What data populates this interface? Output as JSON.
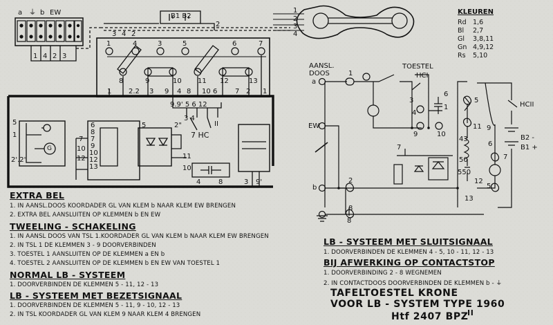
{
  "legend": {
    "title": "KLEUREN",
    "rows": [
      {
        "code": "Rd",
        "terms": "1,6"
      },
      {
        "code": "Bl",
        "terms": "2,7"
      },
      {
        "code": "Gl",
        "terms": "3,8,11"
      },
      {
        "code": "Gn",
        "terms": "4,9,12"
      },
      {
        "code": "Rs",
        "terms": "5,10"
      }
    ]
  },
  "top_block": {
    "terminal_strip_labels": [
      "a",
      "⏚",
      "b",
      "EW"
    ],
    "strip_numbers": [
      "1",
      "4",
      "2",
      "3"
    ],
    "battery_label": "B1 B2",
    "row_numbers_top": [
      "3",
      "4",
      "2",
      "2"
    ],
    "row_numbers_bottom": [
      "1",
      "2.2",
      "3",
      "9",
      "4",
      "8",
      "10",
      "6",
      "7",
      "2",
      "1"
    ],
    "upper_terms": [
      "1",
      "4",
      "3",
      "5",
      "6",
      "7"
    ],
    "inner_terms": [
      "8",
      "9",
      "10",
      "11",
      "12",
      "13"
    ],
    "switch_numbers": "9.9' 5 6 12",
    "switch_numbers_b": "3 4",
    "hc": "7 HC",
    "hc_roman": "II"
  },
  "handset": {
    "labels": [
      "1",
      "2",
      "3",
      "4"
    ]
  },
  "left_block": {
    "left_nums": [
      "5",
      "1",
      "2'.2\""
    ],
    "mid_nums": [
      "6",
      "8",
      "7",
      "9",
      "10",
      "12",
      "13"
    ],
    "mid_left": [
      "7",
      "10",
      "12"
    ],
    "right_nums": [
      "5",
      "2\"",
      "11",
      "10"
    ],
    "bottom_nums": [
      "4",
      "8",
      "3",
      "9'"
    ],
    "g_label": "G"
  },
  "schematic": {
    "aansl": "AANSL.",
    "doos": "DOOS",
    "toestel": "TOESTEL",
    "hc1": "HCI",
    "hc2": "HCII",
    "a": "a",
    "b": "b",
    "ew": "EW",
    "nums": [
      "1",
      "2",
      "3",
      "4",
      "5",
      "6",
      "7",
      "8",
      "9",
      "10",
      "11",
      "12",
      "13",
      "43",
      "50",
      "550",
      "1",
      "6",
      "9",
      "5",
      "7",
      "8"
    ],
    "b2": "B2 -",
    "b1": "B1 +"
  },
  "instructions": {
    "extra_bel": {
      "heading": "EXTRA BEL",
      "lines": [
        "1. IN AANSL.DOOS KOORDADER GL VAN KLEM b NAAR KLEM EW BRENGEN",
        "2. EXTRA BEL AANSLUITEN OP KLEMMEN b EN EW"
      ]
    },
    "tweeling": {
      "heading": "TWEELING - SCHAKELING",
      "lines": [
        "1. IN AANSL DOOS VAN TSL 1.KOORDADER GL VAN KLEM b NAAR KLEM EW BRENGEN",
        "2. IN TSL 1 DE KLEMMEN 3 - 9 DOORVERBINDEN",
        "3. TOESTEL 1 AANSLUITEN OP DE KLEMMEN a EN b",
        "4. TOESTEL 2 AANSLUITEN OP DE KLEMMEN b EN EW VAN TOESTEL 1"
      ]
    },
    "normal_lb": {
      "heading": "NORMAL LB - SYSTEEM",
      "lines": [
        "1. DOORVERBINDEN DE KLEMMEN 5 - 11, 12 - 13"
      ]
    },
    "bezet": {
      "heading": "LB - SYSTEEM MET BEZETSIGNAAL",
      "lines": [
        "1. DOORVERBINDEN DE KLEMMEN 5 - 11, 9 - 10, 12 - 13",
        "2. IN TSL KOORDADER GL VAN KLEM 9 NAAR KLEM 4 BRENGEN"
      ]
    },
    "sluit": {
      "heading": "LB - SYSTEEM MET SLUITSIGNAAL",
      "lines": [
        "1. DOORVERBINDEN DE KLEMMEN 4 - 5, 10 - 11, 12 - 13"
      ]
    },
    "contactstop": {
      "heading": "BIJ AFWERKING OP CONTACTSTOP",
      "lines": [
        "1. DOORVERBINDING 2 - 8 WEGNEMEN",
        "2. IN CONTACTDOOS DOORVERBINDEN DE KLEMMEN b - ⏚"
      ]
    }
  },
  "title_block": {
    "line1": "TAFELTOESTEL KRONE",
    "line2": "VOOR LB - SYSTEM  TYPE 1960",
    "line3": "Htf 2407 BPZ",
    "suffix": "II"
  }
}
